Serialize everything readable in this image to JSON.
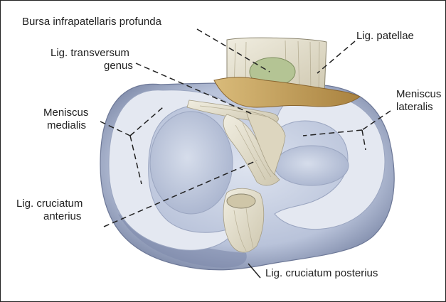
{
  "labels": {
    "bursa": "Bursa infrapatellaris profunda",
    "lig_patellae": "Lig. patellae",
    "lig_transversum_1": "Lig. transversum",
    "lig_transversum_2": "genus",
    "meniscus_medialis_1": "Meniscus",
    "meniscus_medialis_2": "medialis",
    "meniscus_lateralis_1": "Meniscus",
    "meniscus_lateralis_2": "lateralis",
    "lig_cruciatum_anterius_1": "Lig. cruciatum",
    "lig_cruciatum_anterius_2": "anterius",
    "lig_cruciatum_posterius": "Lig. cruciatum posterius"
  },
  "colors": {
    "cartilage": "#c9d1e4",
    "cartilage_dark": "#8f9bb8",
    "meniscus": "#e8ebf2",
    "ligament": "#e6e0cc",
    "fat_pad": "#c9a664",
    "bursa": "#b8c79a",
    "line": "#222222"
  }
}
